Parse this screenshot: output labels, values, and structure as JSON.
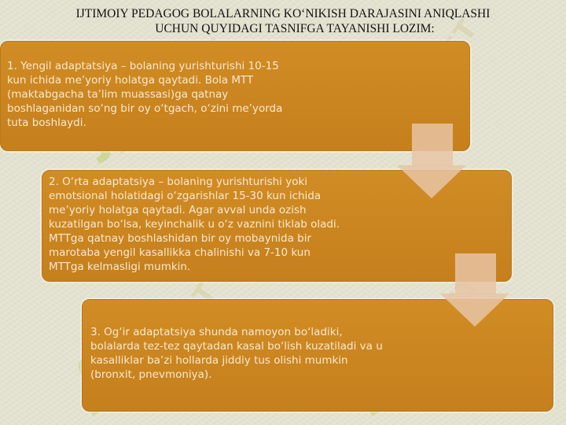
{
  "header": {
    "title_line1": "IJTIMOIY PEDAGOG BOLALARNING KO‘NIKISH DARAJASINI   ANIQLASHI",
    "title_line2": "UCHUN QUYIDAGI TASNIFGA TAYANISHI LOZIM:"
  },
  "boxes": [
    {
      "text": "1. Yengil adaptatsiya – bolaning yurishturishi 10-15\nkun ichida me’yoriy holatga qaytadi. Bola MTT\n(maktabgacha ta’lim muassasi)ga qatnay\nboshlaganidan so‘ng bir oy o‘tgach, o‘zini me’yorda\ntuta boshlaydi."
    },
    {
      "text": "2. O‘rta adaptatsiya – bolaning yurishturishi yoki\nemotsional holatidagi o‘zgarishlar 15-30 kun ichida\nme’yoriy holatga qaytadi. Agar avval unda ozish\nkuzatilgan bo‘lsa, keyinchalik u o‘z vaznini tiklab oladi.\nMTTga qatnay boshlashidan bir oy mobaynida bir\nmarotaba yengil kasallikka chalinishi va 7-10 kun\nMTTga kelmasligi mumkin."
    },
    {
      "text": "3. Og‘ir adaptatsiya shunda namoyon bo‘ladiki,\nbolalarda tez-tez qaytadan kasal bo‘lish kuzatiladi va u\nkasalliklar ba’zi hollarda jiddiy tus olishi mumkin\n(bronxit, pnevmoniya)."
    }
  ],
  "watermark": {
    "text": "SOFT",
    "logo": "ʃʃ"
  },
  "colors": {
    "box_fill": "#cc861f",
    "box_text": "#f6e9d0",
    "arrow": "#e8c4a5",
    "background": "#e3e2d0"
  }
}
